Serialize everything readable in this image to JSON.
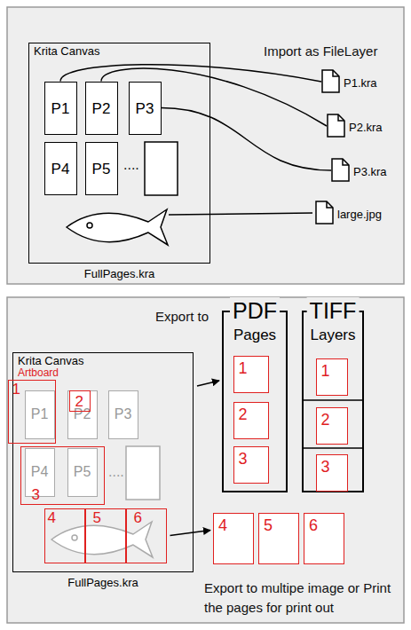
{
  "diagram": {
    "nodes": [
      {
        "text": [
          "Krita Canvas",
          "FullPages.kra"
        ]
      },
      {
        "text": [
          "P1"
        ],
        "in": 0
      },
      {
        "text": [
          "P2"
        ],
        "in": 0
      },
      {
        "text": [
          "P3"
        ],
        "in": 0
      },
      {
        "text": [
          "P4"
        ],
        "in": 0
      },
      {
        "text": [
          "P5"
        ],
        "in": 0
      },
      {
        "text": [
          "P1.kra"
        ]
      },
      {
        "text": [
          "P2.kra"
        ]
      },
      {
        "text": [
          "P3.kra"
        ]
      },
      {
        "text": [
          "large.jpg"
        ]
      },
      {
        "text": [
          "Krita Canvas",
          "FullPages.kra"
        ]
      },
      {
        "text": [
          "P1"
        ],
        "in": 10
      },
      {
        "text": [
          "P2"
        ],
        "in": 10
      },
      {
        "text": [
          "P3"
        ],
        "in": 10
      },
      {
        "text": [
          "P4"
        ],
        "in": 10
      },
      {
        "text": [
          "P5"
        ],
        "in": 10
      },
      {
        "text": [
          "1"
        ],
        "in": 10
      },
      {
        "text": [
          "2"
        ],
        "in": 10
      },
      {
        "text": [
          "3"
        ],
        "in": 10
      },
      {
        "text": [
          "4"
        ],
        "in": 10
      },
      {
        "text": [
          "5"
        ],
        "in": 10
      },
      {
        "text": [
          "6"
        ],
        "in": 10
      },
      {
        "text": [
          "PDF",
          "Pages"
        ]
      },
      {
        "text": [
          "1"
        ],
        "in": 22
      },
      {
        "text": [
          "2"
        ],
        "in": 22
      },
      {
        "text": [
          "3"
        ],
        "in": 22
      },
      {
        "text": [
          "TIFF",
          "Layers"
        ]
      },
      {
        "text": [
          "1"
        ],
        "in": 26
      },
      {
        "text": [
          "2"
        ],
        "in": 26
      },
      {
        "text": [
          "3"
        ],
        "in": 26
      },
      {
        "text": [
          "4"
        ]
      },
      {
        "text": [
          "5"
        ]
      },
      {
        "text": [
          "6"
        ]
      }
    ],
    "edges": [
      {
        "from": 1,
        "to": 6,
        "arrow": "none"
      },
      {
        "from": 2,
        "to": 7,
        "arrow": "none"
      },
      {
        "from": 3,
        "to": 8,
        "arrow": "none"
      },
      {
        "from": 10,
        "to": 22,
        "arrow": "to"
      },
      {
        "from": 21,
        "to": 30,
        "arrow": "to"
      }
    ],
    "labels": [
      "Import as FileLayer",
      "....",
      "Export to",
      "Artboard",
      "....",
      "Export to multipe image or Print the pages for print out"
    ]
  }
}
